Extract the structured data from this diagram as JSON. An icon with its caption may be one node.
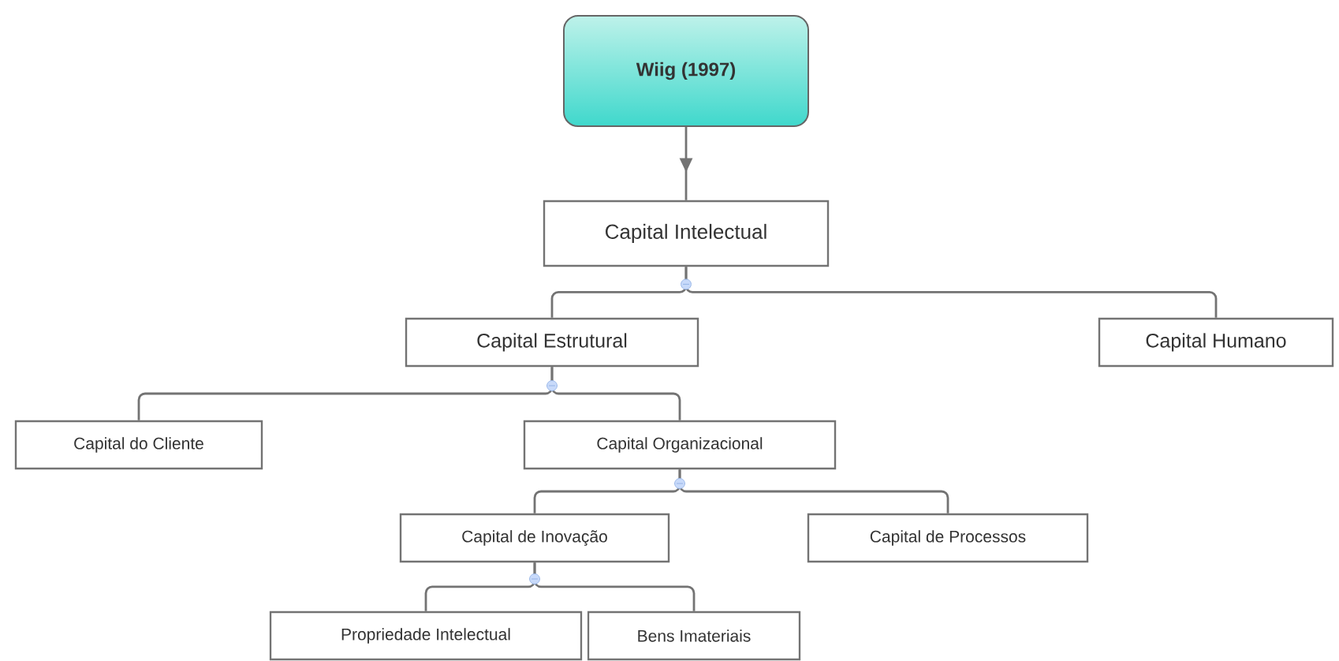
{
  "diagram": {
    "nodes": [
      {
        "text": [
          "Wiig (1997)"
        ]
      },
      {
        "text": [
          "Capital Intelectual"
        ]
      },
      {
        "text": [
          "Capital Estrutural"
        ]
      },
      {
        "text": [
          "Capital Humano"
        ]
      },
      {
        "text": [
          "Capital do Cliente"
        ]
      },
      {
        "text": [
          "Capital Organizacional"
        ]
      },
      {
        "text": [
          "Capital de Inovação"
        ]
      },
      {
        "text": [
          "Capital de Processos"
        ]
      },
      {
        "text": [
          "Propriedade Intelectual"
        ]
      },
      {
        "text": [
          "Bens Imateriais"
        ]
      }
    ],
    "edges": [
      {
        "from": 0,
        "to": 1,
        "arrow": "to"
      },
      {
        "from": 1,
        "to": 2,
        "arrow": "none"
      },
      {
        "from": 1,
        "to": 3,
        "arrow": "none"
      },
      {
        "from": 2,
        "to": 4,
        "arrow": "none"
      },
      {
        "from": 2,
        "to": 5,
        "arrow": "none"
      },
      {
        "from": 5,
        "to": 6,
        "arrow": "none"
      },
      {
        "from": 5,
        "to": 7,
        "arrow": "none"
      },
      {
        "from": 6,
        "to": 8,
        "arrow": "none"
      },
      {
        "from": 6,
        "to": 9,
        "arrow": "none"
      }
    ]
  }
}
